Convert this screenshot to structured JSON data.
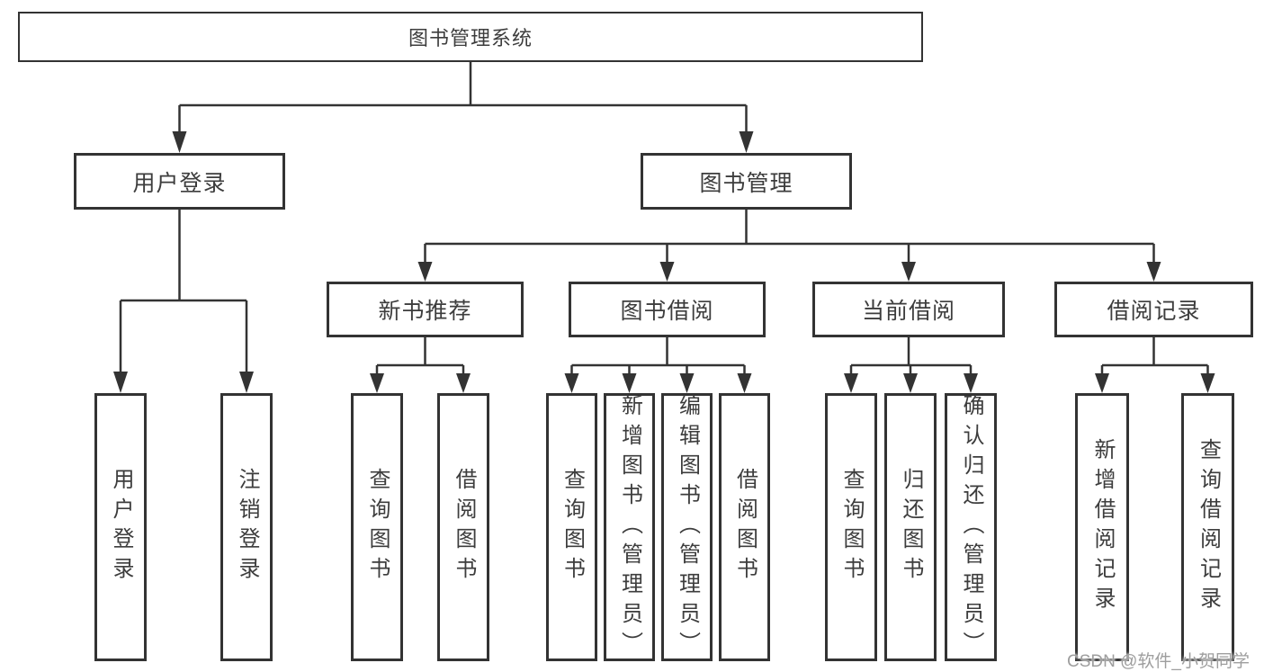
{
  "diagram_type": "hierarchy-tree",
  "colors": {
    "line": "#333333",
    "box_border": "#333333",
    "text": "#3d3d3d",
    "background": "#ffffff",
    "watermark": "#9e9e9e"
  },
  "tree": {
    "root": {
      "label": "图书管理系统"
    },
    "children": [
      {
        "label": "用户登录",
        "children": [
          {
            "label": "用户登录"
          },
          {
            "label": "注销登录"
          }
        ]
      },
      {
        "label": "图书管理",
        "children": [
          {
            "label": "新书推荐",
            "children": [
              {
                "label": "查询图书"
              },
              {
                "label": "借阅图书"
              }
            ]
          },
          {
            "label": "图书借阅",
            "children": [
              {
                "label": "查询图书"
              },
              {
                "label": "新增图书（管理员）"
              },
              {
                "label": "编辑图书（管理员）"
              },
              {
                "label": "借阅图书"
              }
            ]
          },
          {
            "label": "当前借阅",
            "children": [
              {
                "label": "查询图书"
              },
              {
                "label": "归还图书"
              },
              {
                "label": "确认归还（管理员）"
              }
            ]
          },
          {
            "label": "借阅记录",
            "children": [
              {
                "label": "新增借阅记录"
              },
              {
                "label": "查询借阅记录"
              }
            ]
          }
        ]
      }
    ]
  },
  "watermark": "CSDN @软件_小贺同学"
}
